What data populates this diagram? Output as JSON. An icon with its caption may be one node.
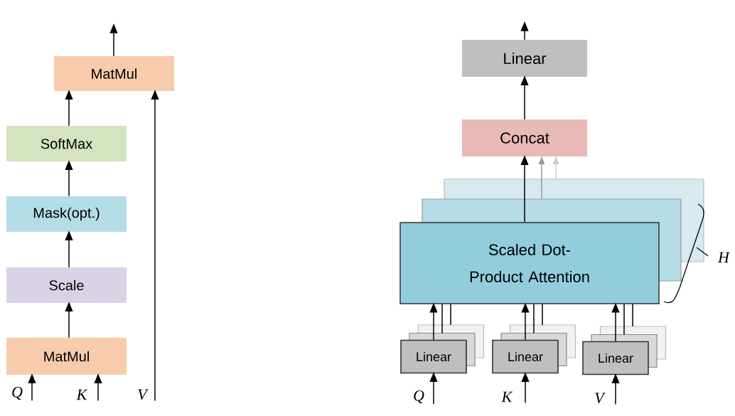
{
  "diagram": {
    "nodes": [
      {
        "text": [
          "MatMul"
        ]
      },
      {
        "text": [
          "SoftMax"
        ]
      },
      {
        "text": [
          "Mask(opt.)"
        ]
      },
      {
        "text": [
          "Scale"
        ]
      },
      {
        "text": [
          "MatMul"
        ]
      },
      {
        "text": [
          "Q"
        ]
      },
      {
        "text": [
          "K"
        ]
      },
      {
        "text": [
          "V"
        ]
      },
      {
        "text": [
          "Linear"
        ]
      },
      {
        "text": [
          "Concat"
        ]
      },
      {
        "text": [
          "Scaled Dot-Product Attention"
        ]
      },
      {
        "text": [
          "Linear"
        ]
      },
      {
        "text": [
          "Linear"
        ]
      },
      {
        "text": [
          "Linear"
        ]
      },
      {
        "text": [
          "Q"
        ]
      },
      {
        "text": [
          "K"
        ]
      },
      {
        "text": [
          "V"
        ]
      }
    ],
    "edges": [
      {
        "from": 0,
        "to": null,
        "arrow": "to"
      },
      {
        "from": 1,
        "to": 0,
        "arrow": "to"
      },
      {
        "from": 2,
        "to": 1,
        "arrow": "to"
      },
      {
        "from": 3,
        "to": 2,
        "arrow": "to"
      },
      {
        "from": 4,
        "to": 3,
        "arrow": "to"
      },
      {
        "from": 5,
        "to": 4,
        "arrow": "to"
      },
      {
        "from": 6,
        "to": 4,
        "arrow": "to"
      },
      {
        "from": 7,
        "to": 0,
        "arrow": "to"
      },
      {
        "from": 8,
        "to": null,
        "arrow": "to"
      },
      {
        "from": 9,
        "to": 8,
        "arrow": "to"
      },
      {
        "from": 10,
        "to": 9,
        "arrow": "to"
      },
      {
        "from": 11,
        "to": 10,
        "arrow": "to"
      },
      {
        "from": 12,
        "to": 10,
        "arrow": "to"
      },
      {
        "from": 13,
        "to": 10,
        "arrow": "to"
      },
      {
        "from": 14,
        "to": 11,
        "arrow": "to"
      },
      {
        "from": 15,
        "to": 12,
        "arrow": "to"
      },
      {
        "from": 16,
        "to": 13,
        "arrow": "to"
      }
    ],
    "labels": [
      "H"
    ]
  }
}
